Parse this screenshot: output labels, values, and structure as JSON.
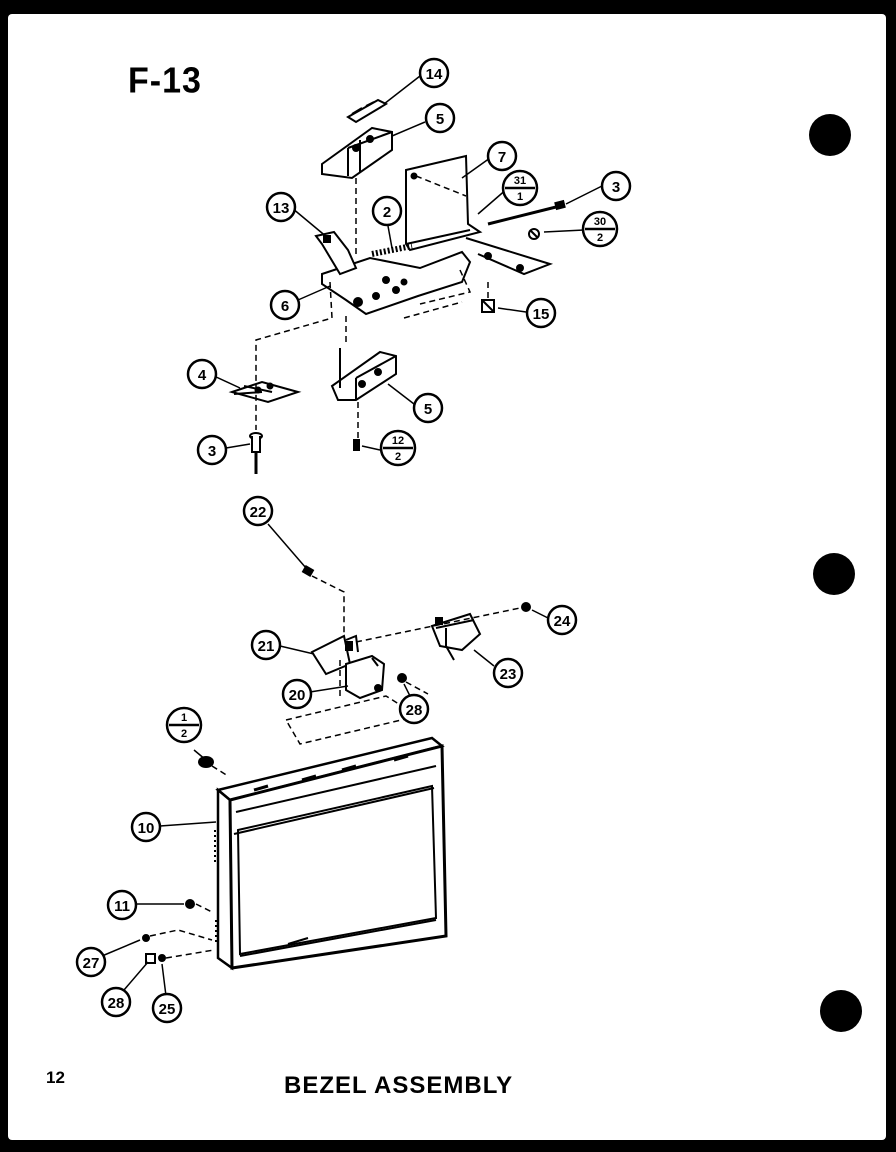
{
  "figure": {
    "id": "F-13",
    "page_number": "12",
    "caption": "BEZEL ASSEMBLY"
  },
  "callouts": [
    {
      "label": "14"
    },
    {
      "label": "5"
    },
    {
      "label": "7"
    },
    {
      "label": "3"
    },
    {
      "label": "13"
    },
    {
      "label": "2"
    },
    {
      "label": "6"
    },
    {
      "label": "15"
    },
    {
      "label": "4"
    },
    {
      "label": "5"
    },
    {
      "label": "3"
    },
    {
      "label": "22"
    },
    {
      "label": "24"
    },
    {
      "label": "21"
    },
    {
      "label": "23"
    },
    {
      "label": "20"
    },
    {
      "label": "28"
    },
    {
      "label": "10"
    },
    {
      "label": "11"
    },
    {
      "label": "27"
    },
    {
      "label": "28"
    },
    {
      "label": "25"
    }
  ],
  "fraction_callouts": [
    {
      "top": "31",
      "bottom": "1"
    },
    {
      "top": "30",
      "bottom": "2"
    },
    {
      "top": "12",
      "bottom": "2"
    },
    {
      "top": "1",
      "bottom": "2"
    }
  ]
}
